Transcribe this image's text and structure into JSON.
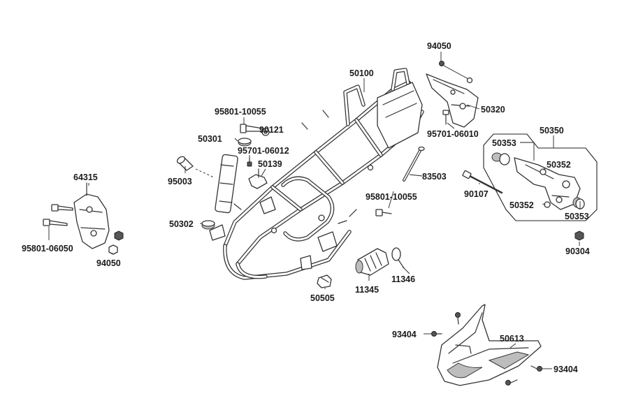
{
  "labels": {
    "p94050_top": "94050",
    "p50100": "50100",
    "p50320": "50320",
    "p95701_06010": "95701-06010",
    "p50350": "50350",
    "p50353_a": "50353",
    "p50352_a": "50352",
    "p50352_b": "50352",
    "p50353_b": "50353",
    "p90304": "90304",
    "p90107": "90107",
    "p83503": "83503",
    "p95801_10055_a": "95801-10055",
    "p90121": "90121",
    "p50301": "50301",
    "p95701_06012": "95701-06012",
    "p50139": "50139",
    "p95003": "95003",
    "p50302": "50302",
    "p64315": "64315",
    "p95801_06050": "95801-06050",
    "p94050_left": "94050",
    "p95801_10055_b": "95801-10055",
    "p50505": "50505",
    "p11345": "11345",
    "p11346": "11346",
    "p93404_a": "93404",
    "p50613": "50613",
    "p93404_b": "93404"
  }
}
